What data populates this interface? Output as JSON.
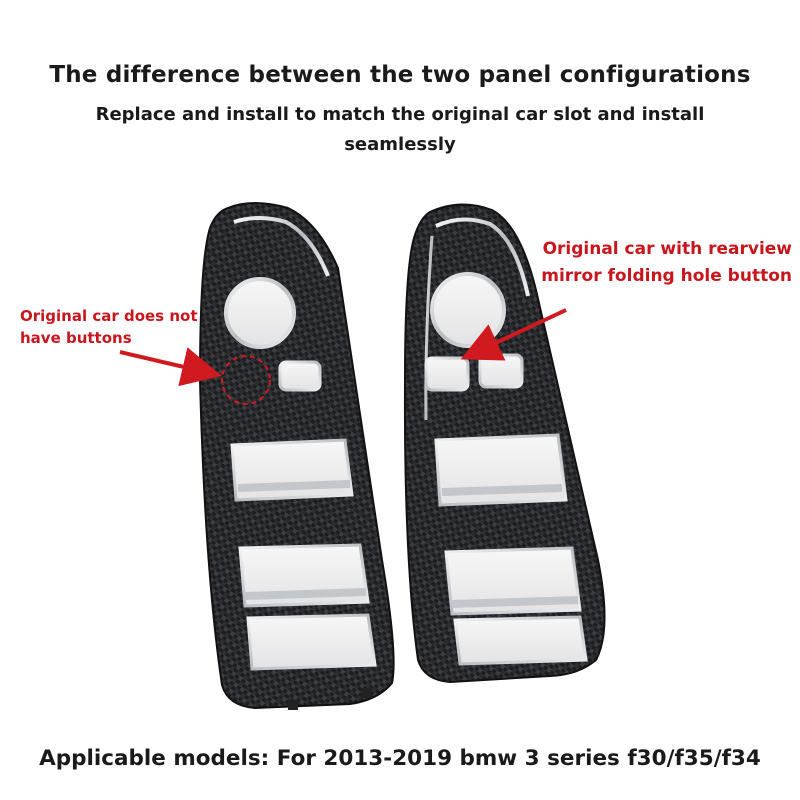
{
  "header": {
    "title": "The difference between the two panel configurations",
    "subtitle": "Replace and install to match the original car slot and install seamlessly"
  },
  "annotations": {
    "left": "Original car does not have buttons",
    "right": "Original car with rearview mirror folding hole button"
  },
  "footer": {
    "models": "Applicable models: For 2013-2019 bmw 3 series f30/f35/f34"
  },
  "colors": {
    "accent_red": "#c8161d",
    "carbon_dark": "#1c1c1e",
    "chrome": "#d9dce0"
  }
}
